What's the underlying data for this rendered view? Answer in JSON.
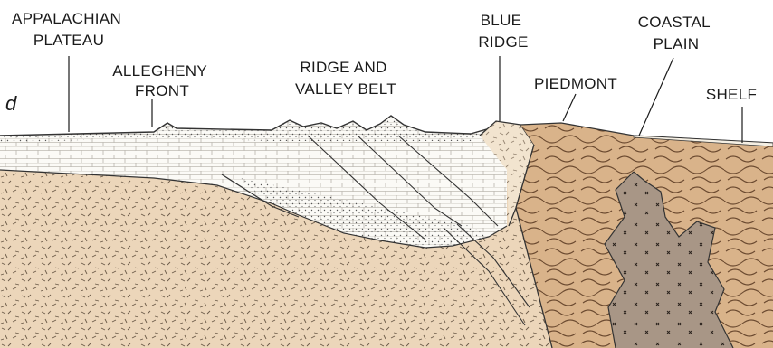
{
  "panel_letter": "d",
  "labels": {
    "appalachian_plateau": [
      "APPALACHIAN",
      "PLATEAU"
    ],
    "allegheny_front": [
      "ALLEGHENY",
      "FRONT"
    ],
    "ridge_and_valley": [
      "RIDGE AND",
      "VALLEY BELT"
    ],
    "blue_ridge": [
      "BLUE",
      "RIDGE"
    ],
    "coastal_plain": [
      "COASTAL",
      "PLAIN"
    ],
    "piedmont": [
      "PIEDMONT"
    ],
    "shelf": [
      "SHELF"
    ]
  },
  "colors": {
    "basement": "#ecd6ba",
    "sediment_white": "#fbfaf6",
    "piedmont_tan": "#d9b38a",
    "intrusion": "#a89686",
    "blue_ridge": "#f2e4cf",
    "ink": "#1a1a1a"
  }
}
